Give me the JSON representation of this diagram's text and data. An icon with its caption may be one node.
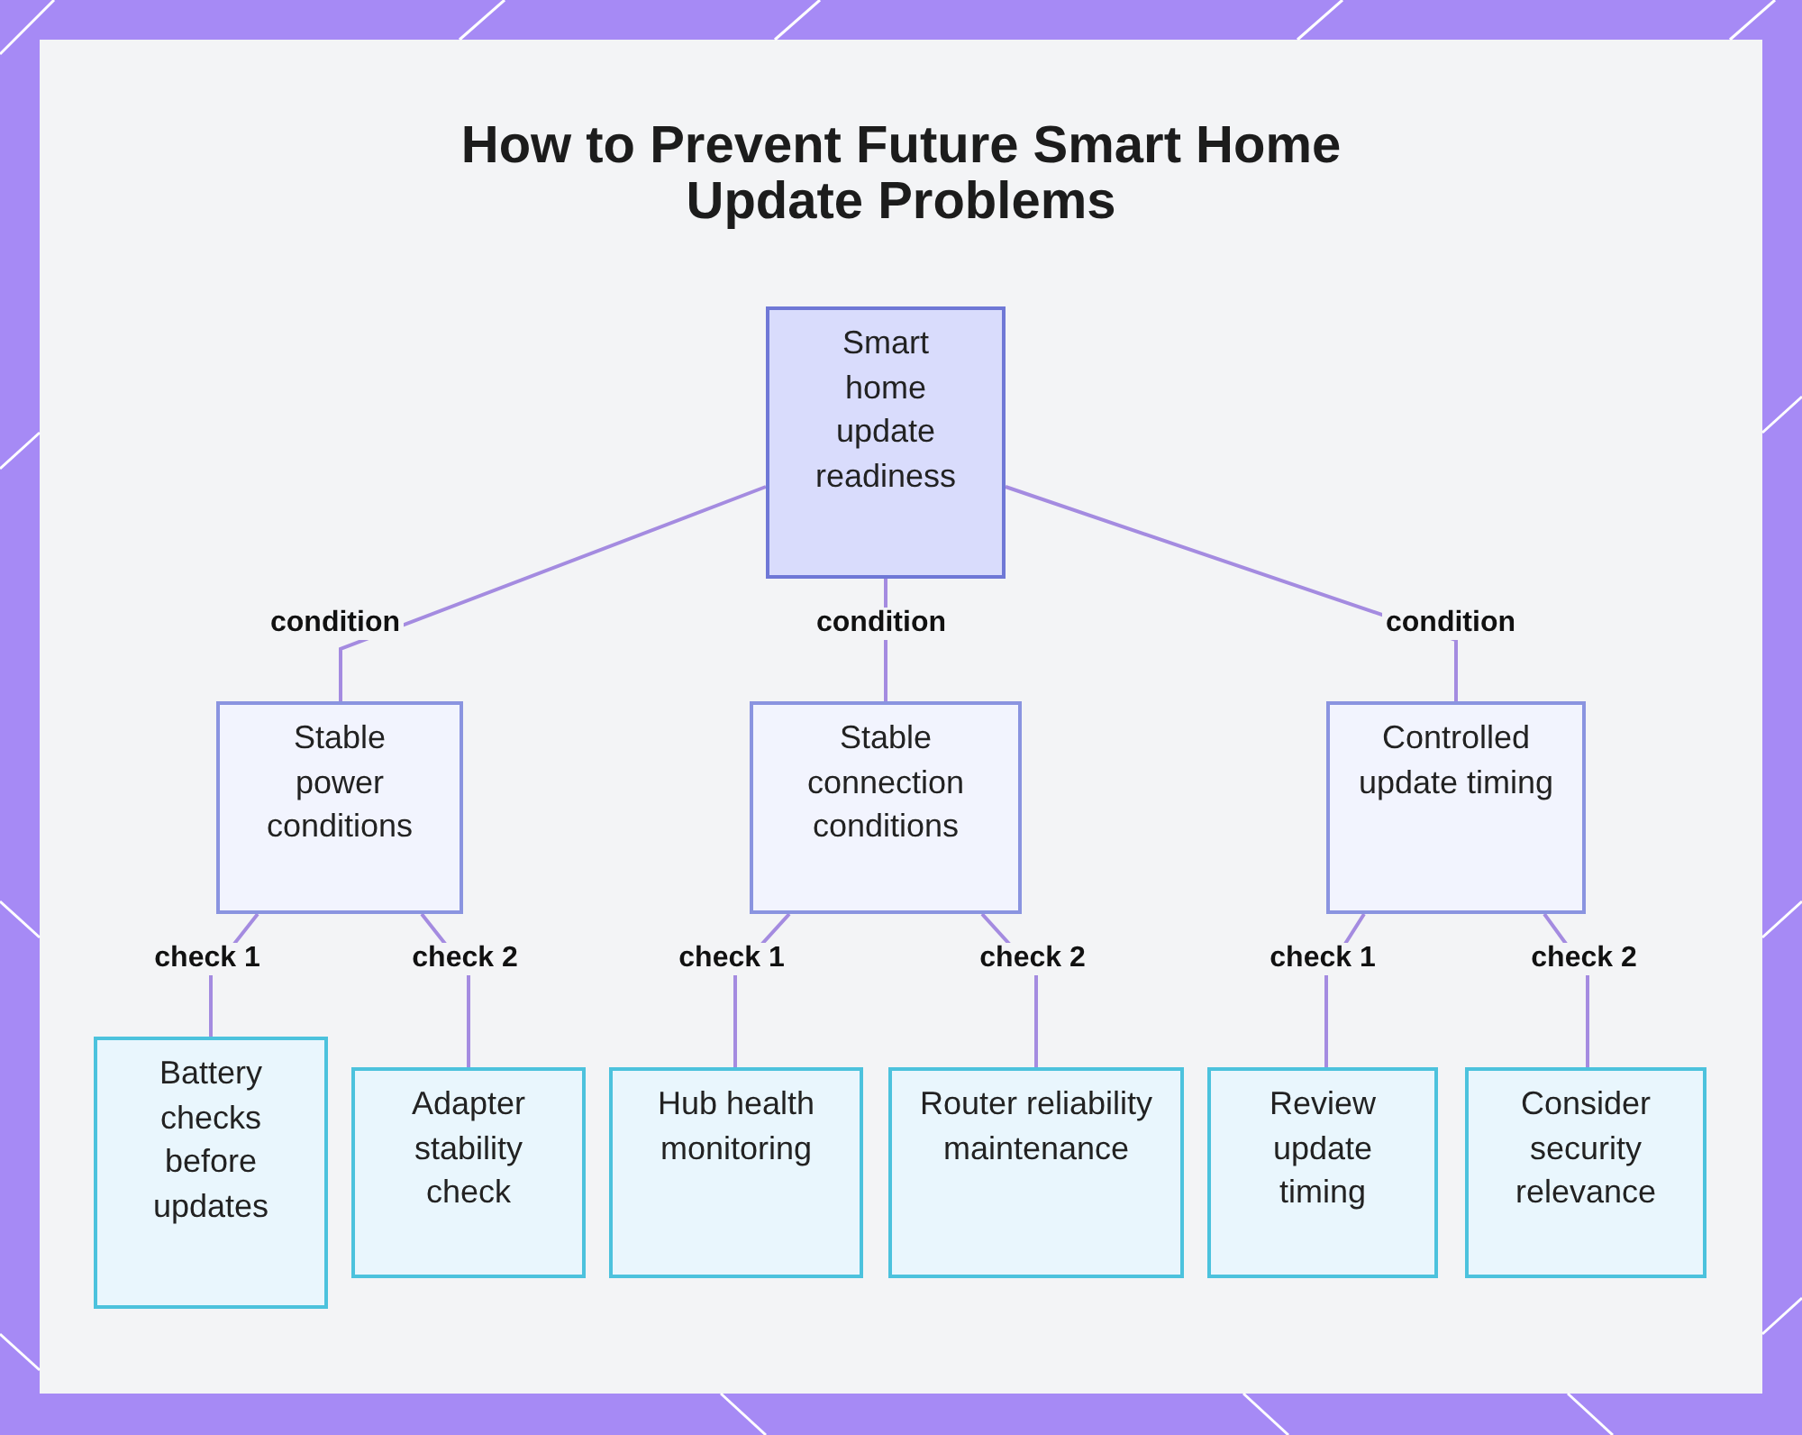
{
  "diagram": {
    "title": "How to Prevent Future Smart Home Update Problems",
    "nodes": [
      {
        "text": [
          "Smart home update readiness"
        ]
      },
      {
        "text": [
          "Stable power conditions"
        ]
      },
      {
        "text": [
          "Stable connection conditions"
        ]
      },
      {
        "text": [
          "Controlled update timing"
        ]
      },
      {
        "text": [
          "Battery checks before updates"
        ]
      },
      {
        "text": [
          "Adapter stability check"
        ]
      },
      {
        "text": [
          "Hub health monitoring"
        ]
      },
      {
        "text": [
          "Router reliability maintenance"
        ]
      },
      {
        "text": [
          "Review update timing"
        ]
      },
      {
        "text": [
          "Consider security relevance"
        ]
      }
    ],
    "edges": [
      {
        "from": 0,
        "to": 1,
        "arrow": "none",
        "label": "condition"
      },
      {
        "from": 0,
        "to": 2,
        "arrow": "none",
        "label": "condition"
      },
      {
        "from": 0,
        "to": 3,
        "arrow": "none",
        "label": "condition"
      },
      {
        "from": 1,
        "to": 4,
        "arrow": "none",
        "label": "check 1"
      },
      {
        "from": 1,
        "to": 5,
        "arrow": "none",
        "label": "check 2"
      },
      {
        "from": 2,
        "to": 6,
        "arrow": "none",
        "label": "check 1"
      },
      {
        "from": 2,
        "to": 7,
        "arrow": "none",
        "label": "check 2"
      },
      {
        "from": 3,
        "to": 8,
        "arrow": "none",
        "label": "check 1"
      },
      {
        "from": 3,
        "to": 9,
        "arrow": "none",
        "label": "check 2"
      }
    ]
  }
}
